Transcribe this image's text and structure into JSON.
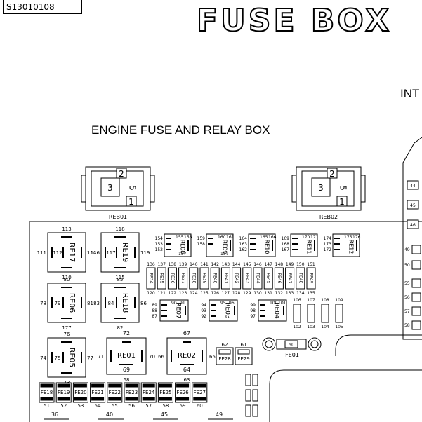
{
  "doc_id": "S13010108",
  "title": "FUSE BOX",
  "subtitle": "ENGINE FUSE AND RELAY BOX",
  "interior_label": "INT",
  "connectors": [
    {
      "id": "REB01",
      "pins": [
        "2",
        "3",
        "5",
        "1"
      ]
    },
    {
      "id": "REB02",
      "pins": [
        "2",
        "3",
        "5",
        "1"
      ]
    }
  ],
  "relays_vertical": [
    {
      "id": "RE17",
      "top": "113",
      "left": "111",
      "inner": "112",
      "right": "114",
      "bottom": "110"
    },
    {
      "id": "RE19",
      "top": "118",
      "left": "116",
      "inner": "117",
      "right": "119",
      "bottom": "115"
    },
    {
      "id": "RE06",
      "top": "80",
      "left": "78",
      "inner": "79",
      "right": "81",
      "bottom": "177"
    },
    {
      "id": "RE18",
      "top": "85",
      "left": "83",
      "inner": "84",
      "right": "86",
      "bottom": "82"
    },
    {
      "id": "RE05",
      "top": "76",
      "left": "74",
      "inner": "75",
      "right": "77",
      "bottom": "73"
    }
  ],
  "relays_large": [
    {
      "id": "RE01",
      "top": "72",
      "inner": "69",
      "left": "71",
      "right": "70",
      "bottom": "68"
    },
    {
      "id": "RE02",
      "top": "67",
      "inner": "64",
      "left": "66",
      "right": "65",
      "bottom": "63"
    }
  ],
  "micro_relays_top": [
    {
      "id": "RE08",
      "l": [
        "154",
        "153",
        "152"
      ],
      "t": [
        "155",
        "156"
      ],
      "b": [
        "157"
      ]
    },
    {
      "id": "RE09",
      "l": [
        "159",
        "158"
      ],
      "t": [
        "160",
        "161"
      ],
      "b": [
        "157"
      ]
    },
    {
      "id": "RE10",
      "l": [
        "164",
        "163",
        "162"
      ],
      "t": [
        "165",
        "166"
      ],
      "b": []
    },
    {
      "id": "RE11",
      "l": [
        "169",
        "168",
        "167"
      ],
      "t": [
        "170",
        "171"
      ],
      "b": []
    },
    {
      "id": "RE12",
      "l": [
        "174",
        "173",
        "172"
      ],
      "t": [
        "175",
        "176"
      ],
      "b": []
    }
  ],
  "fuses_mini": [
    {
      "id": "FE34",
      "top": "136",
      "bottom": "120"
    },
    {
      "id": "FE35",
      "top": "137",
      "bottom": "121"
    },
    {
      "id": "FE36",
      "top": "138",
      "bottom": "122"
    },
    {
      "id": "FE37",
      "top": "139",
      "bottom": "123"
    },
    {
      "id": "FE38",
      "top": "140",
      "bottom": "124"
    },
    {
      "id": "FE39",
      "top": "141",
      "bottom": "125"
    },
    {
      "id": "FE40",
      "top": "142",
      "bottom": "126"
    },
    {
      "id": "FE41",
      "top": "143",
      "bottom": "127"
    },
    {
      "id": "FE42",
      "top": "144",
      "bottom": "128"
    },
    {
      "id": "FE43",
      "top": "145",
      "bottom": "129"
    },
    {
      "id": "FE44",
      "top": "146",
      "bottom": "130"
    },
    {
      "id": "FE45",
      "top": "147",
      "bottom": "131"
    },
    {
      "id": "FE46",
      "top": "148",
      "bottom": "132"
    },
    {
      "id": "FE47",
      "top": "149",
      "bottom": "133"
    },
    {
      "id": "FE48",
      "top": "150",
      "bottom": "134"
    },
    {
      "id": "FE49",
      "top": "151",
      "bottom": "135"
    }
  ],
  "micro_relays_mid": [
    {
      "id": "RE07",
      "l": [
        "89",
        "88",
        "87"
      ],
      "t": [
        "90",
        "91"
      ]
    },
    {
      "id": "RE03",
      "l": [
        "94",
        "93",
        "92"
      ],
      "t": [
        "95",
        "96"
      ]
    },
    {
      "id": "RE04",
      "l": [
        "99",
        "98",
        "97"
      ],
      "t": [
        "100",
        "101"
      ]
    }
  ],
  "diodes": [
    {
      "top": "106",
      "bottom": "102"
    },
    {
      "top": "107",
      "bottom": "103"
    },
    {
      "top": "108",
      "bottom": "104"
    },
    {
      "top": "109",
      "bottom": "105"
    }
  ],
  "cartridge_fuses": [
    {
      "id": "FE28",
      "top": "62"
    },
    {
      "id": "FE29",
      "top": "61"
    }
  ],
  "main_fuse": {
    "id": "FE01",
    "label": "60"
  },
  "fuses_bottom": [
    {
      "id": "FE18",
      "bottom": "51"
    },
    {
      "id": "FE19",
      "bottom": "52"
    },
    {
      "id": "FE20",
      "bottom": "53"
    },
    {
      "id": "FE21",
      "bottom": "54"
    },
    {
      "id": "FE22",
      "bottom": "55"
    },
    {
      "id": "FE23",
      "bottom": "56"
    },
    {
      "id": "FE24",
      "bottom": "57"
    },
    {
      "id": "FE25",
      "bottom": "58"
    },
    {
      "id": "FE26",
      "bottom": "59"
    },
    {
      "id": "FE27",
      "bottom": "60"
    }
  ],
  "bottom_row_labels": [
    "36",
    "40",
    "45",
    "49"
  ],
  "interior_pins": [
    "44",
    "45",
    "46",
    "49",
    "50",
    "55",
    "56",
    "57",
    "58"
  ]
}
